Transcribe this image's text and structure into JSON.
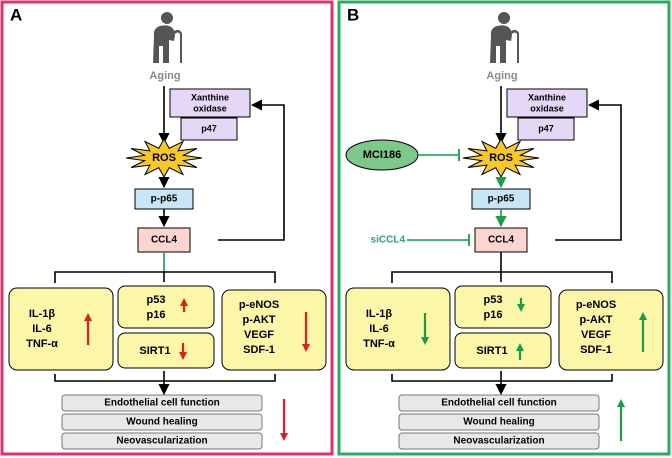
{
  "colors": {
    "panel_a_border": "#e0306e",
    "panel_b_border": "#27ad62",
    "box_fill": "#fbf6a8",
    "lavender": "#e4d8f6",
    "blue": "#c9e6f6",
    "pink": "#fbd6d0",
    "grey": "#e8e8e8",
    "ros_star": "#f8c828",
    "red_arrow": "#e0201c",
    "green_arrow": "#1a9c48",
    "inhibitor_green": "#27ad62"
  },
  "panels": {
    "a": {
      "letter": "A",
      "aging": "Aging",
      "xanthine_oxidase": [
        "Xanthine",
        "oxidase"
      ],
      "p47": "p47",
      "ros": "ROS",
      "pp65": "p-p65",
      "ccl4": "CCL4",
      "cytokines": [
        "IL-1β",
        "IL-6",
        "TNF-α"
      ],
      "p53_p16": [
        "p53",
        "p16"
      ],
      "sirt1": "SIRT1",
      "enos": [
        "p-eNOS",
        "p-AKT",
        "VEGF",
        "SDF-1"
      ],
      "outcomes": [
        "Endothelial cell function",
        "Wound healing",
        "Neovascularization"
      ],
      "direction": "up-down"
    },
    "b": {
      "letter": "B",
      "aging": "Aging",
      "xanthine_oxidase": [
        "Xanthine",
        "oxidase"
      ],
      "p47": "p47",
      "ros": "ROS",
      "pp65": "p-p65",
      "ccl4": "CCL4",
      "mci186": "MCI186",
      "siccl4": "siCCL4",
      "cytokines": [
        "IL-1β",
        "IL-6",
        "TNF-α"
      ],
      "p53_p16": [
        "p53",
        "p16"
      ],
      "sirt1": "SIRT1",
      "enos": [
        "p-eNOS",
        "p-AKT",
        "VEGF",
        "SDF-1"
      ],
      "outcomes": [
        "Endothelial cell function",
        "Wound healing",
        "Neovascularization"
      ],
      "direction": "down-up"
    }
  }
}
